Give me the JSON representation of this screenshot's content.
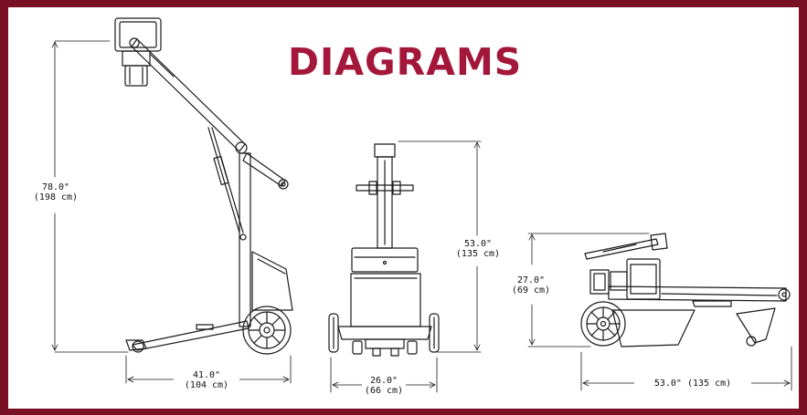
{
  "title": "DIAGRAMS",
  "colors": {
    "border": "#7a1024",
    "title": "#a3173a",
    "ink": "#1a1a1a"
  },
  "side_view": {
    "height": {
      "imperial": "78.0\"",
      "metric": "(198 cm)"
    },
    "length": {
      "imperial": "41.0\"",
      "metric": "(104 cm)"
    }
  },
  "front_view": {
    "height": {
      "imperial": "53.0\"",
      "metric": "(135 cm)"
    },
    "width": {
      "imperial": "26.0\"",
      "metric": "(66 cm)"
    }
  },
  "folded_view": {
    "height": {
      "imperial": "27.0\"",
      "metric": "(69 cm)"
    },
    "length": {
      "label": "53.0\" (135 cm)"
    }
  }
}
